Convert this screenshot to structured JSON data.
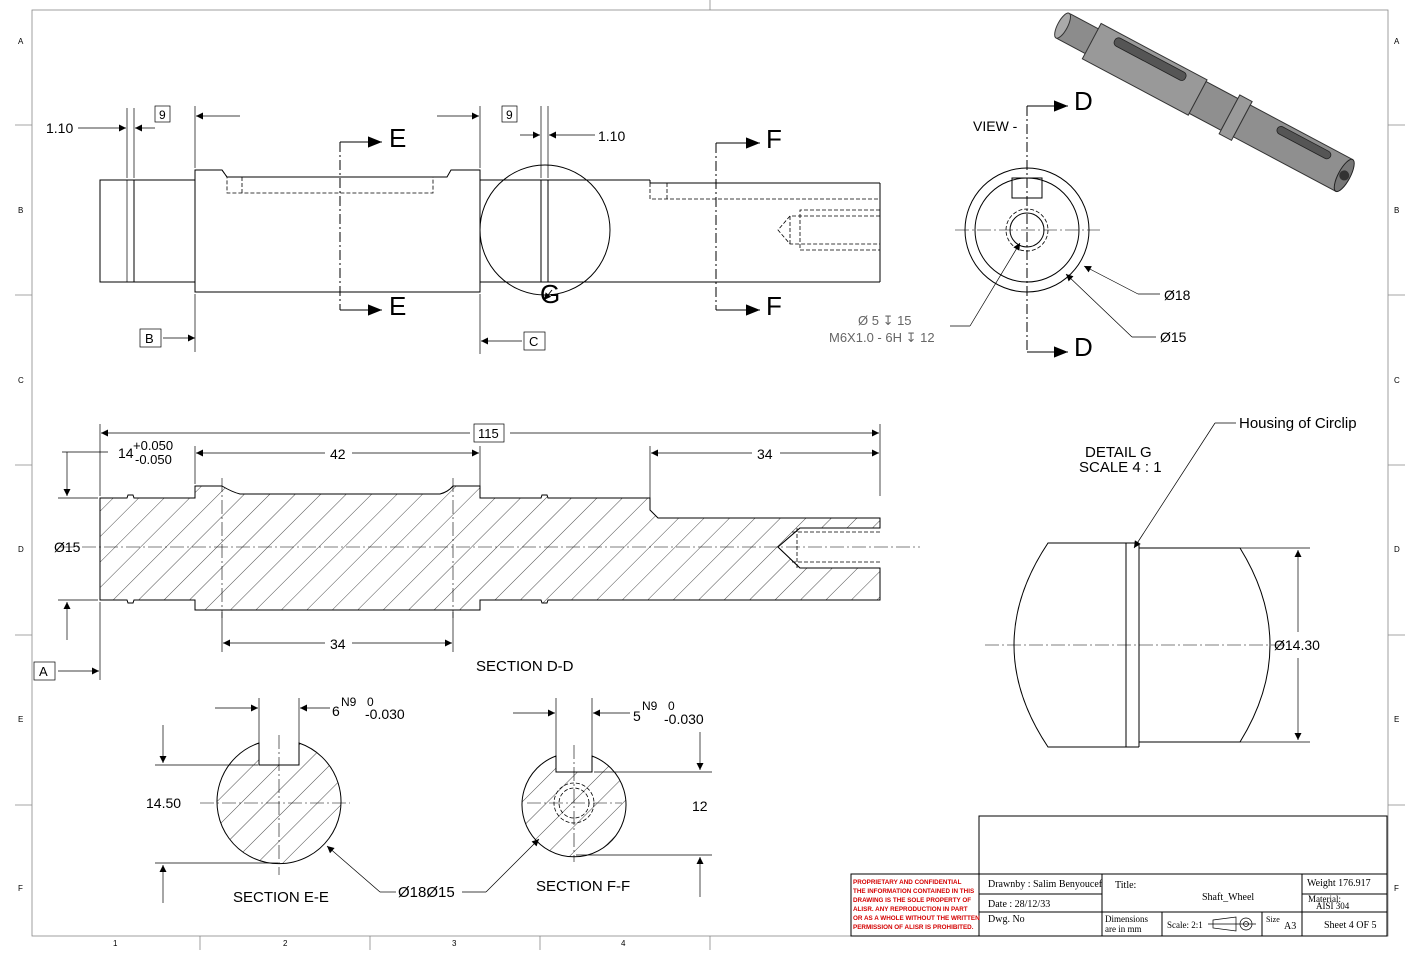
{
  "sheet": {
    "zone_letters": [
      "A",
      "B",
      "C",
      "D",
      "E",
      "F"
    ],
    "zone_numbers": [
      "1",
      "2",
      "3",
      "4"
    ]
  },
  "front_view": {
    "dim_groove_width": "1.10",
    "dim_box_left": "9",
    "dim_box_right": "9",
    "dim_groove_width_right": "1.10",
    "section_e": "E",
    "section_f": "F",
    "detail_label": "G",
    "datum_b": "B",
    "datum_c": "C"
  },
  "end_view": {
    "title": "VIEW -",
    "section_d": "D",
    "dia_outer": "Ø18",
    "dia_inner": "Ø15",
    "hole_note_1": "Ø 5 ↧ 15",
    "hole_note_2": "M6X1.0 - 6H ↧ 12"
  },
  "section_dd": {
    "label": "SECTION D-D",
    "total_length": "115",
    "tol_base": "14",
    "tol_upper": "+0.050",
    "tol_lower": "-0.050",
    "dim_42": "42",
    "dim_34_right": "34",
    "dim_34_bottom": "34",
    "dia_15": "Ø15",
    "datum_a": "A"
  },
  "detail_g": {
    "title": "DETAIL G",
    "scale": "SCALE 4 : 1",
    "note": "Housing of Circlip",
    "dia": "Ø14.30"
  },
  "section_ee": {
    "label": "SECTION E-E",
    "key_base": "6",
    "key_fit": "N9",
    "key_upper": "0",
    "key_lower": "-0.030",
    "depth": "14.50",
    "dia_note": "Ø18Ø15"
  },
  "section_ff": {
    "label": "SECTION F-F",
    "key_base": "5",
    "key_fit": "N9",
    "key_upper": "0",
    "key_lower": "-0.030",
    "depth": "12"
  },
  "title_block": {
    "prop_lines": [
      "PROPRIETARY AND CONFIDENTIAL",
      "THE INFORMATION CONTAINED IN THIS",
      "DRAWING IS THE SOLE PROPERTY OF",
      "ALISR. ANY REPRODUCTION IN PART",
      "OR AS A WHOLE WITHOUT THE WRITTEN",
      "PERMISSION OF ALISR IS PROHIBITED."
    ],
    "drawn_by": "Drawnby : Salim Benyoucef",
    "date": "Date :   28/12/33",
    "dwg_no": "Dwg. No",
    "title_label": "Title:",
    "title": "Shaft_Wheel",
    "dimensions_1": "Dimensions",
    "dimensions_2": "are in mm",
    "scale": "Scale: 2:1",
    "size_label": "Size",
    "size": "A3",
    "weight": "Weight   176.917",
    "material_label": "Material:",
    "material": "AISI 304",
    "sheet": "Sheet 4 OF 5"
  }
}
